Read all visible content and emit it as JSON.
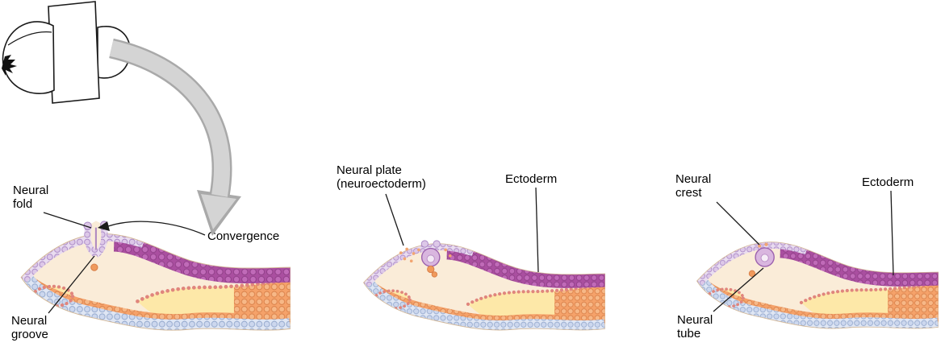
{
  "figure": {
    "panel_groove": {
      "neural_fold": "Neural fold",
      "convergence": "Convergence",
      "neural_groove": "Neural groove"
    },
    "panel_plate": {
      "neural_plate": "Neural plate (neuroectoderm)",
      "ectoderm": "Ectoderm"
    },
    "panel_tube": {
      "neural_crest": "Neural crest",
      "ectoderm": "Ectoderm",
      "neural_tube": "Neural tube"
    },
    "colors": {
      "ectoderm_dark_purple": "#aa4fa0",
      "ectoderm_light_lavender": "#e9dcf0",
      "mesenchyme_cream": "#faecd8",
      "somite_yellow": "#fde8a8",
      "endoderm_orange": "#f5a26a",
      "endoderm_blue": "#dfe6f4",
      "pink_cell_row": "#e0857d",
      "neural_cell_orange": "#f09a5c",
      "arrow_gray": "#d4d4d4",
      "label_text": "#000000"
    }
  }
}
